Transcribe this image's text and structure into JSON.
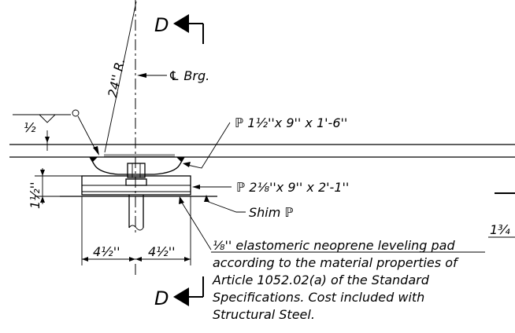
{
  "section_label_top": "D",
  "section_label_bottom": "D",
  "radius_label": "24'' R.",
  "centerline_label": "℄ Brg.",
  "weld_size": "½",
  "top_plate_label": "ℙ 1½''x 9'' x 1'-6''",
  "bottom_plate_label": "ℙ 2⅛''x 9'' x 2'-1''",
  "shim_label": "Shim ℙ",
  "height_dim": "1½''",
  "width_dim_left": "4½''",
  "width_dim_right": "4½''",
  "edge_fraction": "1¾",
  "note_lines": [
    "⅛'' elastomeric neoprene leveling pad",
    "according to the material properties of",
    "Article 1052.02(a) of the Standard",
    "Specifications. Cost included with",
    "Structural Steel."
  ]
}
